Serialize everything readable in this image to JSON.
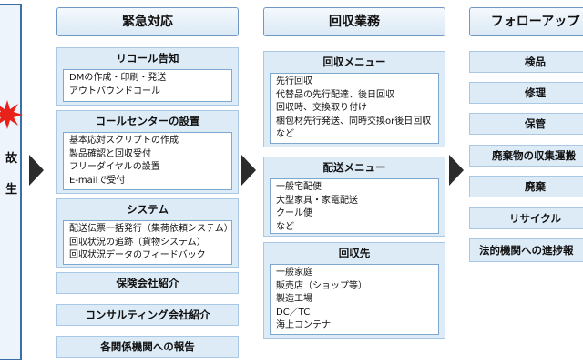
{
  "incident": {
    "label_line1": "故",
    "label_line2": "生"
  },
  "columns": [
    {
      "header": "緊急対応",
      "sections": [
        {
          "title": "リコール告知",
          "items": [
            "DMの作成・印刷・発送",
            "アウトバウンドコール"
          ]
        },
        {
          "title": "コールセンターの設置",
          "items": [
            "基本応対スクリプトの作成",
            "製品確認と回収受付",
            "フリーダイヤルの設置",
            "E-mailで受付"
          ]
        },
        {
          "title": "システム",
          "items": [
            "配送伝票一括発行（集荷依頼システム）",
            "回収状況の追跡（貨物システム）",
            "回収状況データのフィードバック"
          ]
        }
      ],
      "simple": [
        "保険会社紹介",
        "コンサルティング会社紹介",
        "各関係機関への報告"
      ]
    },
    {
      "header": "回収業務",
      "sections": [
        {
          "title": "回収メニュー",
          "items": [
            "先行回収",
            "代替品の先行配達、後日回収",
            "回収時、交換取り付け",
            "梱包材先行発送、同時交換or後日回収",
            "など"
          ]
        },
        {
          "title": "配送メニュー",
          "items": [
            "一般宅配便",
            "大型家具・家電配送",
            "クール便",
            "など"
          ]
        },
        {
          "title": "回収先",
          "items": [
            "一般家庭",
            "販売店（ショップ等）",
            "製造工場",
            "DC／TC",
            "海上コンテナ"
          ]
        }
      ]
    },
    {
      "header": "フォローアップ",
      "simple": [
        "検品",
        "修理",
        "保管",
        "廃棄物の収集運搬",
        "廃棄",
        "リサイクル",
        "法的機関への進捗報"
      ]
    }
  ]
}
